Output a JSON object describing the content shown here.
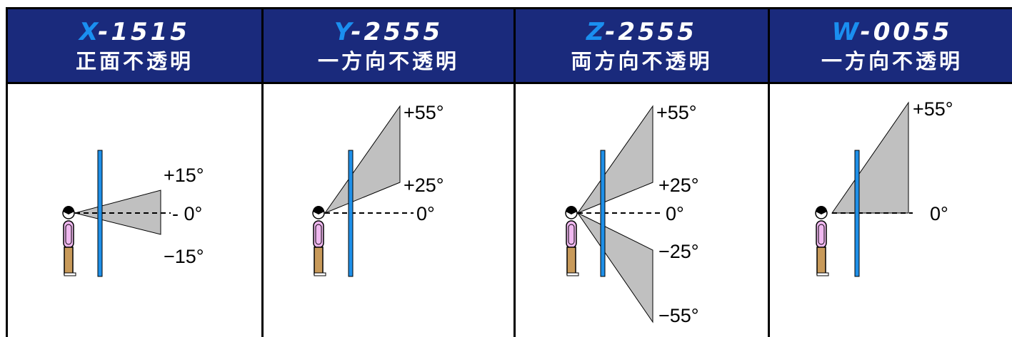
{
  "columns": [
    {
      "code_letter": "X",
      "code_rest": "-1515",
      "description": "正面不透明",
      "angles": {
        "a1": "+15°",
        "a2": "- 0°",
        "a3": "−15°"
      }
    },
    {
      "code_letter": "Y",
      "code_rest": "-2555",
      "description": "一方向不透明",
      "angles": {
        "a1": "+55°",
        "a2": "+25°",
        "a3": "0°"
      }
    },
    {
      "code_letter": "Z",
      "code_rest": "-2555",
      "description": "両方向不透明",
      "angles": {
        "a1": "+55°",
        "a2": "+25°",
        "a3": "0°",
        "a4": "−25°",
        "a5": "−55°"
      }
    },
    {
      "code_letter": "W",
      "code_rest": "-0055",
      "description": "一方向不透明",
      "angles": {
        "a1": "+55°",
        "a2": "0°"
      }
    }
  ],
  "colors": {
    "header_bg": "#1a2a7c",
    "code_letter": "#1a8ff0",
    "glass": "#1e8fe8",
    "opaque_zone": "#c0c0c0",
    "shirt": "#f0b8f0",
    "pants": "#c89a5a"
  }
}
